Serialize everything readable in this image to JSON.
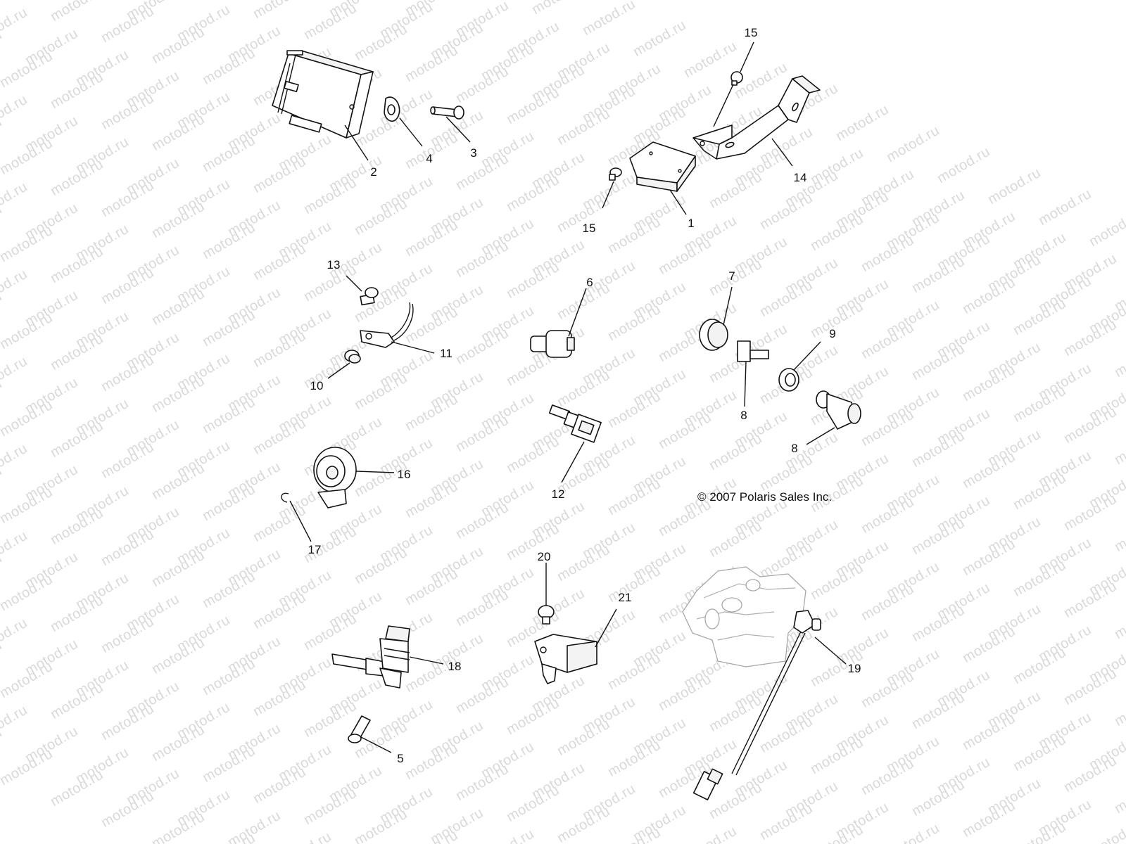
{
  "watermark": "motod.ru",
  "copyright": "© 2007 Polaris Sales Inc.",
  "callouts": {
    "c1": "1",
    "c2": "2",
    "c3": "3",
    "c4": "4",
    "c5": "5",
    "c6": "6",
    "c7": "7",
    "c8a": "8",
    "c8b": "8",
    "c9": "9",
    "c10": "10",
    "c11": "11",
    "c12": "12",
    "c13": "13",
    "c14": "14",
    "c15a": "15",
    "c15b": "15",
    "c16": "16",
    "c17": "17",
    "c18": "18",
    "c19": "19",
    "c20": "20",
    "c21": "21"
  },
  "colors": {
    "line": "#111111",
    "watermark": "#d9d9d9",
    "ghost": "#a8a8a8"
  }
}
